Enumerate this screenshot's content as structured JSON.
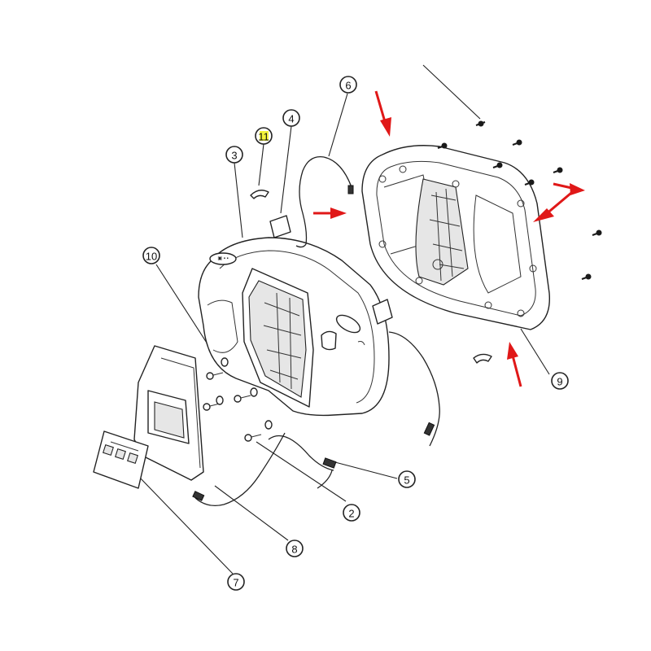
{
  "callouts": {
    "c1": {
      "label": "11",
      "highlight": "#f2f21a"
    },
    "c2": {
      "label": "6"
    },
    "c3": {
      "label": "4"
    },
    "c4": {
      "label": "3"
    },
    "c5": {
      "label": "10"
    },
    "c6": {
      "label": "9"
    },
    "c7": {
      "label": "5"
    },
    "c8": {
      "label": "2"
    },
    "c9": {
      "label": "8"
    },
    "c10": {
      "label": "7"
    }
  },
  "colors": {
    "arrow": "#e01818",
    "line": "#222222"
  }
}
